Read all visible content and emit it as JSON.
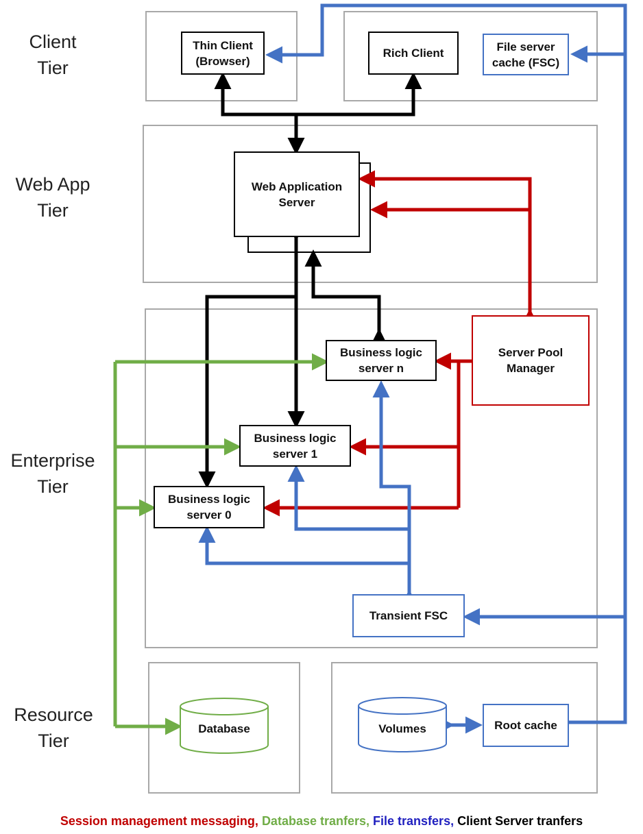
{
  "tiers": {
    "client": "Client\nTier",
    "webapp": "Web App\nTier",
    "enterprise": "Enterprise\nTier",
    "resource": "Resource\nTier"
  },
  "nodes": {
    "thin_client": "Thin Client\n(Browser)",
    "rich_client": "Rich Client",
    "fsc": "File server\ncache (FSC)",
    "web_app_server": "Web Application\nServer",
    "bls_n": "Business logic\nserver n",
    "bls_1": "Business logic\nserver 1",
    "bls_0": "Business logic\nserver 0",
    "server_pool_manager": "Server Pool\nManager",
    "transient_fsc": "Transient FSC",
    "database": "Database",
    "volumes": "Volumes",
    "root_cache": "Root cache"
  },
  "legend": {
    "session": "Session management messaging",
    "database": "Database tranfers",
    "file": "File transfers",
    "client_server": "Client Server tranfers"
  },
  "colors": {
    "session": "#c00000",
    "database": "#70ad47",
    "file": "#4472c4",
    "client_server": "#000000",
    "file_legend": "#1f1fbf"
  }
}
